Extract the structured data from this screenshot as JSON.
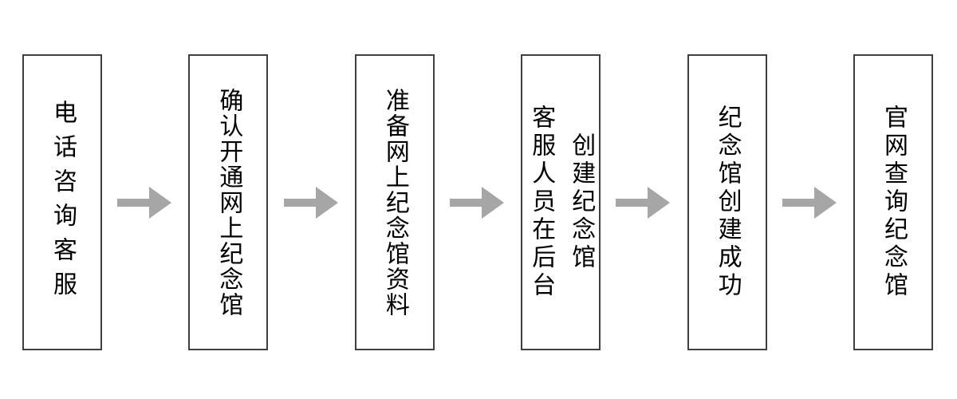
{
  "flowchart": {
    "steps": [
      {
        "lines": [
          "电话咨询客服"
        ]
      },
      {
        "lines": [
          "确认开通网上纪念馆"
        ]
      },
      {
        "lines": [
          "准备网上纪念馆资料"
        ]
      },
      {
        "lines": [
          "客服人员在后台",
          "创建纪念馆"
        ]
      },
      {
        "lines": [
          "纪念馆创建成功"
        ]
      },
      {
        "lines": [
          "官网查询纪念馆"
        ]
      }
    ],
    "colors": {
      "box_border": "#404040",
      "arrow": "#a6a6a6",
      "text": "#000000",
      "background": "#ffffff"
    }
  }
}
